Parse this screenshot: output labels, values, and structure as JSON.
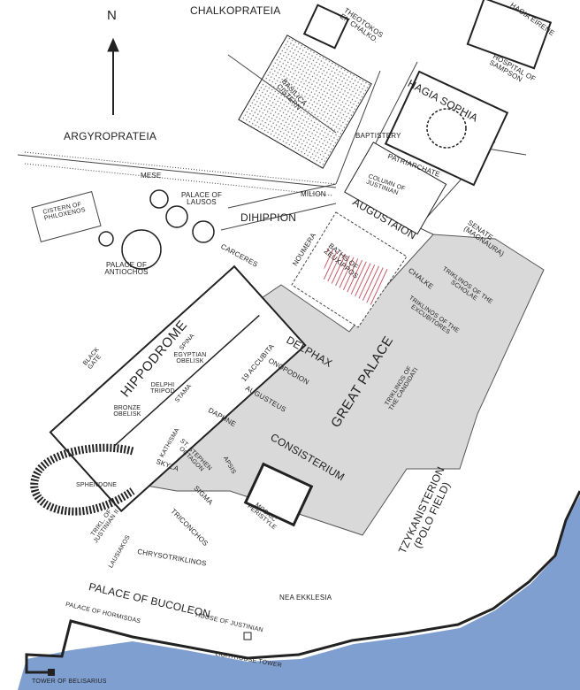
{
  "colors": {
    "sea": "#7f9fd0",
    "palace_area": "#d9d9d9",
    "baths_hatch": "#c04a5a",
    "lines": "#222222"
  },
  "compass": {
    "letter": "N"
  },
  "labels": {
    "chalkoprateia": "CHALKOPRATEIA",
    "theotokos": "THEOTOKOS EN CHALKO.",
    "hagia_eirene": "HAGIA EIRENE",
    "hospital": "HOSPITAL OF SAMPSON",
    "hagia_sophia": "HAGIA SOPHIA",
    "basilica_cistern": "BASILICA CISTERN",
    "argyroprateia": "ARGYROPRATEIA",
    "baptistery": "BAPTISTERY",
    "patriarchate": "PATRIARCHATE",
    "column_justinian": "COLUMN OF JUSTINIAN",
    "augustaion": "AUGUSTAION",
    "mese": "MESE",
    "milion": "MILION",
    "palace_lausos": "PALACE OF LAUSOS",
    "cistern_philoxenos": "CISTERN OF PHILOXENOS",
    "dihippion": "DIHIPPION",
    "noumera": "NOUMERA",
    "senate": "SENATE (MAGNAURA)",
    "palace_antiochos": "PALACE OF ANTIOCHOS",
    "carceres": "CARCERES",
    "baths_zeuxippos": "BATHS OF ZEUXIPPOS",
    "chalke": "CHALKE",
    "triklinos_scholae": "TRIKLINOS OF THE SCHOLAE",
    "triklinos_excubitores": "TRIKLINOS OF THE EXCUBITORES",
    "hippodrome": "HIPPODROME",
    "spina": "SPINA",
    "black_gate": "BLACK GATE",
    "egyptian_obelisk": "EGYPTIAN OBELISK",
    "delphi_tripod": "DELPHI TRIPOD",
    "stama": "STAMA",
    "bronze_obelisk": "BRONZE OBELISK",
    "accubita": "19 ACCUBITA",
    "delphax": "DELPHAX",
    "onopodion": "ONOPODION",
    "augusteus": "AUGUSTEUS",
    "great_palace": "GREAT PALACE",
    "triklinos_candidati": "TRIKLINOS OF THE CANDIDATI",
    "daphne": "DAPHNE",
    "kathisma": "KATHISMA",
    "st_stephen": "ST. STEPHEN OCTAGON",
    "consisterium": "CONSISTERIUM",
    "sphendone": "SPHENDONE",
    "skyla": "SKYLA",
    "apsis": "APSIS",
    "sigma": "SIGMA",
    "triconchos": "TRICONCHOS",
    "mosaic_peristyle": "MOSAIC PERISTYLE",
    "tzykanisterion": "TZYKANISTERION (POLO FIELD)",
    "triklinos_justinian": "TRIKL. OF JUSTINIAN II",
    "lausiakos": "LAUSIAKOS",
    "chrysotriklinos": "CHRYSOTRIKLINOS",
    "palace_bucoleon": "PALACE OF BUCOLEON",
    "nea_ekklesia": "NEA EKKLESIA",
    "palace_hormisdas": "PALACE OF HORMISDAS",
    "house_justinian": "HOUSE OF JUSTINIAN",
    "lighthouse_tower": "LIGHTHOUSE TOWER",
    "tower_belisarius": "TOWER OF BELISARIUS"
  }
}
